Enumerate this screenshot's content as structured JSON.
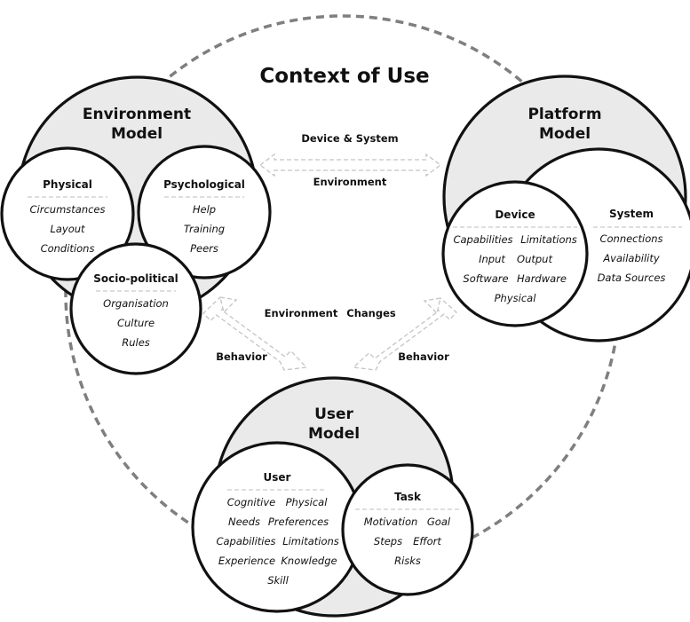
{
  "title": "Context of Use",
  "environment_model": {
    "title_line1": "Environment",
    "title_line2": "Model",
    "physical": {
      "title": "Physical",
      "items": [
        "Circumstances",
        "Layout",
        "Conditions"
      ]
    },
    "psychological": {
      "title": "Psychological",
      "items": [
        "Help",
        "Training",
        "Peers"
      ]
    },
    "socio_political": {
      "title": "Socio-political",
      "items": [
        "Organisation",
        "Culture",
        "Rules"
      ]
    }
  },
  "platform_model": {
    "title_line1": "Platform",
    "title_line2": "Model",
    "device": {
      "title": "Device",
      "items": [
        "Capabilities",
        "Limitations",
        "Input",
        "Output",
        "Software",
        "Hardware",
        "Physical"
      ]
    },
    "system": {
      "title": "System",
      "items": [
        "Connections",
        "Availability",
        "Data Sources"
      ]
    }
  },
  "user_model": {
    "title_line1": "User",
    "title_line2": "Model",
    "user": {
      "title": "User",
      "items": [
        "Cognitive",
        "Physical",
        "Needs",
        "Preferences",
        "Capabilities",
        "Limitations",
        "Experience",
        "Knowledge",
        "Skill"
      ]
    },
    "task": {
      "title": "Task",
      "items": [
        "Motivation",
        "Goal",
        "Steps",
        "Effort",
        "Risks"
      ]
    }
  },
  "relations": {
    "device_system": "Device & System",
    "environment_top": "Environment",
    "environment_mid": "Environment",
    "changes": "Changes",
    "behavior_left": "Behavior",
    "behavior_right": "Behavior"
  },
  "colors": {
    "model_fill": "#eaeaea",
    "ring": "#7f7f7f",
    "stroke": "#111111",
    "arrow_stroke": "#c4c4c4"
  }
}
